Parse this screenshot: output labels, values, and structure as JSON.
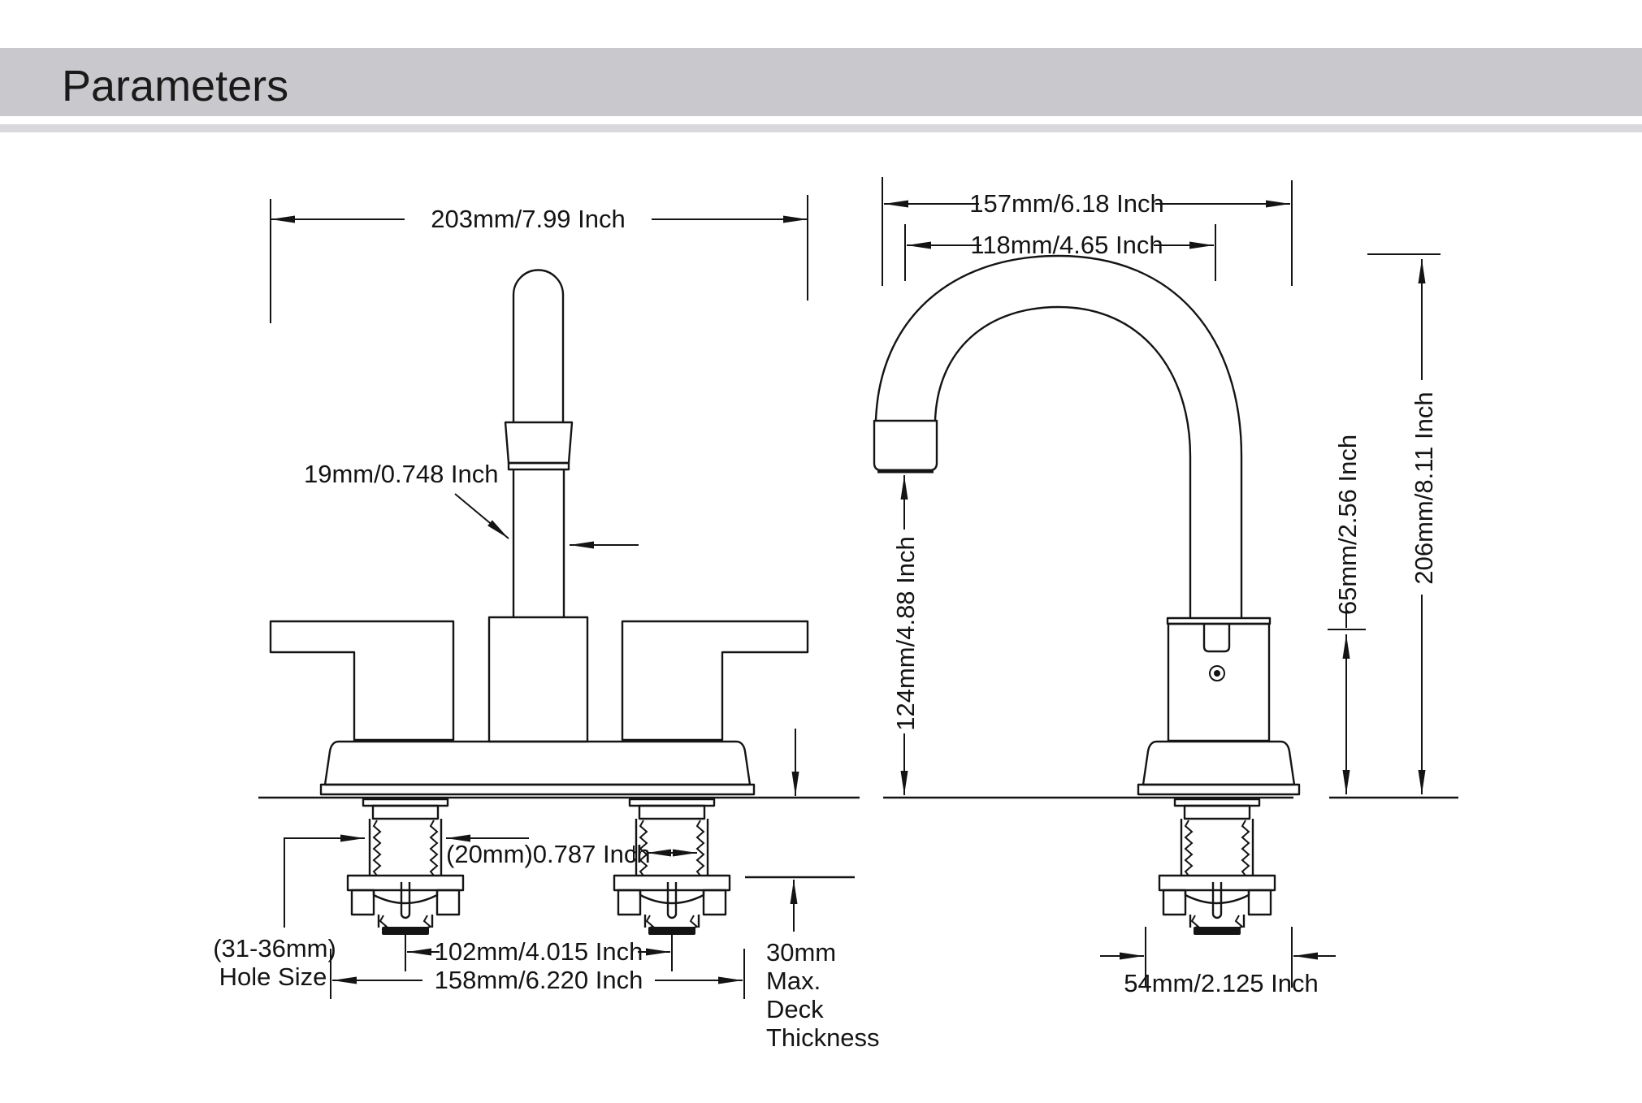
{
  "page": {
    "title": "Parameters"
  },
  "colors": {
    "background": "#ffffff",
    "line": "#141414",
    "header_band": "#c9c9cd",
    "header_band_light": "#d9d9dc"
  },
  "front_view": {
    "label": "faucet front view technical drawing",
    "dim_overall_width": "203mm/7.99 Inch",
    "dim_spout_diameter": "19mm/0.748 Inch",
    "dim_shank_diameter": "(20mm)0.787 Inch",
    "hole_size_line1": "(31-36mm)",
    "hole_size_line2": "Hole Size",
    "dim_faucet_centers": "102mm/4.015 Inch",
    "dim_base_width": "158mm/6.220 Inch",
    "deck_note_line1": "30mm",
    "deck_note_line2": "Max.",
    "deck_note_line3": "Deck",
    "deck_note_line4": "Thickness"
  },
  "side_view": {
    "label": "faucet side view technical drawing",
    "dim_overall_depth": "157mm/6.18 Inch",
    "dim_spout_reach": "118mm/4.65 Inch",
    "dim_spout_height": "124mm/4.88 Inch",
    "dim_body_height": "65mm/2.56 Inch",
    "dim_overall_height": "206mm/8.11 Inch",
    "dim_base_depth": "54mm/2.125 Inch"
  }
}
